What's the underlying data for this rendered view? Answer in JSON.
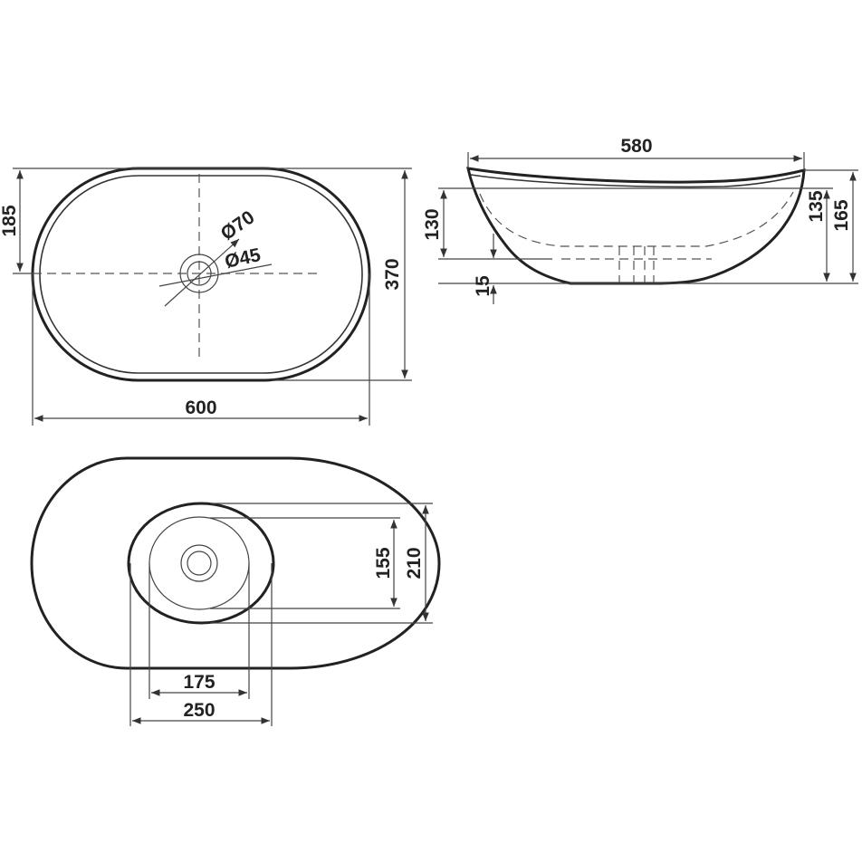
{
  "top_view": {
    "overall_length": "600",
    "overall_width": "370",
    "half_width": "185",
    "drain_outer_diameter": "Ø70",
    "drain_inner_diameter": "Ø45"
  },
  "side_view": {
    "top_length": "580",
    "total_height": "165",
    "rim_height": "135",
    "bowl_depth": "130",
    "base_height": "15"
  },
  "bottom_view": {
    "outer_height": "210",
    "inner_height": "155",
    "inner_width": "175",
    "outer_width": "250"
  }
}
